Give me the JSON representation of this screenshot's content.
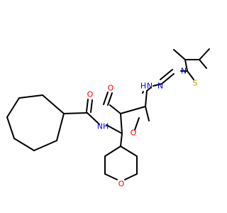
{
  "molecule": {
    "colors": {
      "carbon_bond": "#000000",
      "oxygen": "#ff0000",
      "nitrogen": "#0000ff",
      "sulfur": "#b2a000"
    },
    "atoms": [
      {
        "id": "ring_o",
        "label": "O",
        "element": "O"
      },
      {
        "id": "amide_nh",
        "label": "NH",
        "element": "N"
      },
      {
        "id": "amide_o",
        "label": "O",
        "element": "O"
      },
      {
        "id": "keto_o",
        "label": "O",
        "element": "O"
      },
      {
        "id": "hydrazide_o",
        "label": "O",
        "element": "O"
      },
      {
        "id": "hydrazine_n1",
        "label": "N",
        "element": "N"
      },
      {
        "id": "hydrazine_nh",
        "label": "H",
        "element": "N"
      },
      {
        "id": "hydrazone_n",
        "label": "N",
        "element": "N"
      },
      {
        "id": "thiazolidine_n",
        "label": "N",
        "element": "N"
      },
      {
        "id": "thiazolidine_s",
        "label": "S",
        "element": "S"
      }
    ]
  }
}
